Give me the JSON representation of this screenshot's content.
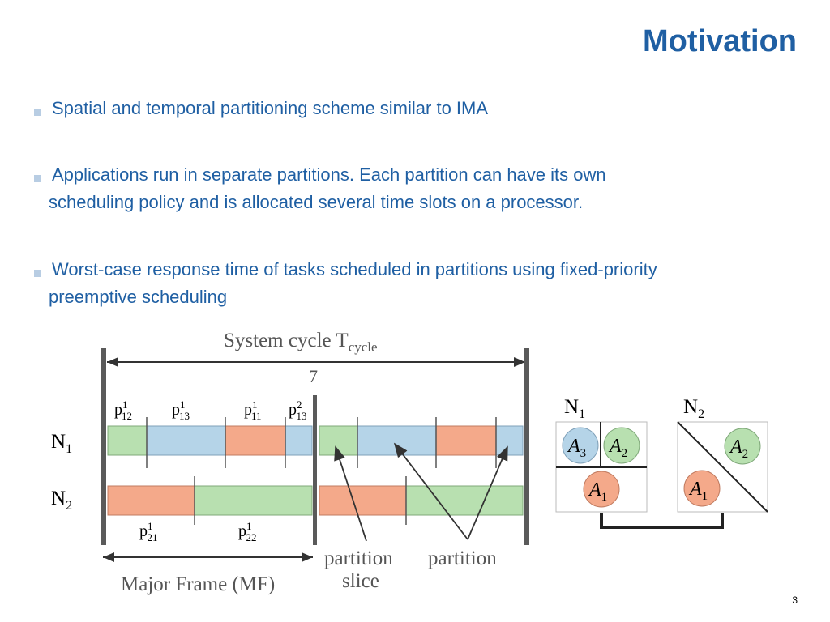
{
  "slide": {
    "title": "Motivation",
    "page_number": "3"
  },
  "bullets": [
    {
      "line1": "Spatial and temporal partitioning scheme similar to IMA",
      "line2": ""
    },
    {
      "line1": "Applications run in separate partitions. Each partition can have its own",
      "line2": "scheduling policy and is allocated several time slots on a processor."
    },
    {
      "line1": "Worst-case response time of tasks scheduled in partitions using fixed-priority",
      "line2": "preemptive scheduling"
    }
  ],
  "diagram": {
    "system_cycle_label": "System cycle T",
    "system_cycle_sub": "cycle",
    "system_cycle_value": "7",
    "node1": "N",
    "node1_sub": "1",
    "node2": "N",
    "node2_sub": "2",
    "slice_labels_n1": [
      {
        "p": "p",
        "sup": "1",
        "sub": "12"
      },
      {
        "p": "p",
        "sup": "1",
        "sub": "13"
      },
      {
        "p": "p",
        "sup": "1",
        "sub": "11"
      },
      {
        "p": "p",
        "sup": "2",
        "sub": "13"
      }
    ],
    "slice_labels_n2": [
      {
        "p": "p",
        "sup": "1",
        "sub": "21"
      },
      {
        "p": "p",
        "sup": "1",
        "sub": "22"
      }
    ],
    "partition_slice_line1": "partition",
    "partition_slice_line2": "slice",
    "partition_label": "partition",
    "major_frame_label": "Major Frame (MF)",
    "apps": {
      "a3": {
        "name": "A",
        "sub": "3"
      },
      "a2": {
        "name": "A",
        "sub": "2"
      },
      "a1": {
        "name": "A",
        "sub": "1"
      }
    },
    "colors": {
      "green": "#b8e0b0",
      "blue": "#b5d4e8",
      "salmon": "#f4a98a",
      "title_blue": "#1f5fa3",
      "bar_gray": "#5a5a5a"
    }
  }
}
